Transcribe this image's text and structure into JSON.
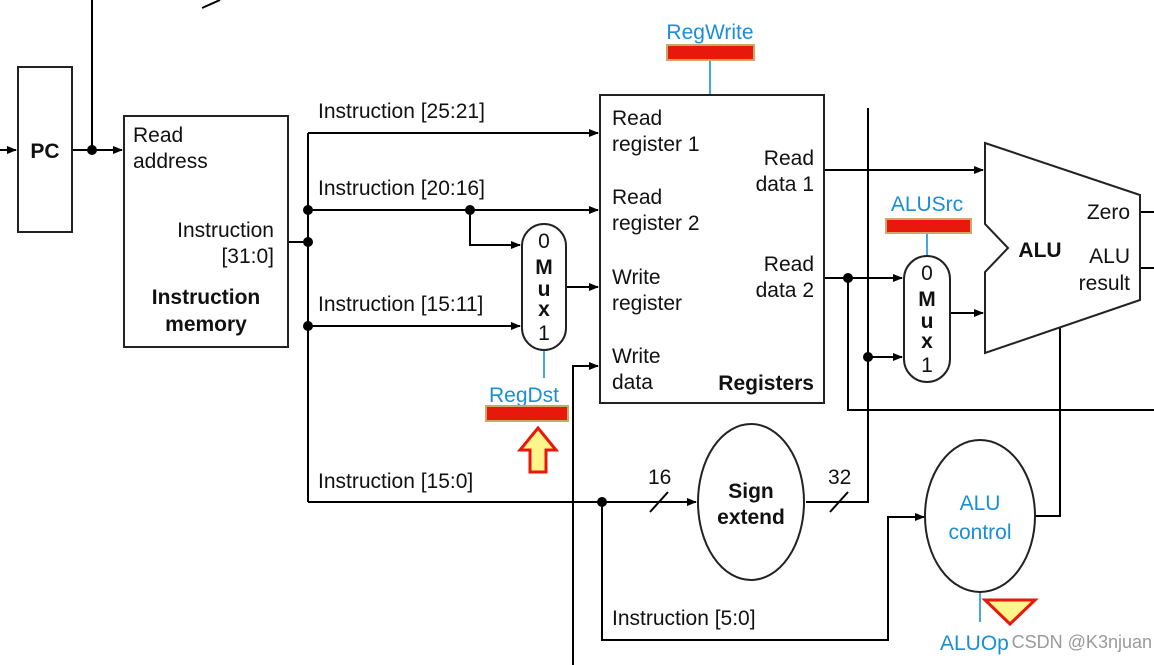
{
  "pc": {
    "label": "PC"
  },
  "instr_mem": {
    "read": "Read",
    "address": "address",
    "instruction": "Instruction",
    "bits": "[31:0]",
    "title1": "Instruction",
    "title2": "memory"
  },
  "fields": {
    "f25_21": "Instruction [25:21]",
    "f20_16": "Instruction [20:16]",
    "f15_11": "Instruction [15:11]",
    "f15_0": "Instruction [15:0]",
    "f5_0": "Instruction [5:0]"
  },
  "registers": {
    "rr1_a": "Read",
    "rr1_b": "register 1",
    "rr2_a": "Read",
    "rr2_b": "register 2",
    "wr_a": "Write",
    "wr_b": "register",
    "wd_a": "Write",
    "wd_b": "data",
    "rd1_a": "Read",
    "rd1_b": "data 1",
    "rd2_a": "Read",
    "rd2_b": "data 2",
    "title": "Registers"
  },
  "mux": {
    "zero": "0",
    "m": "M",
    "u": "u",
    "x": "x",
    "one": "1"
  },
  "control": {
    "regwrite": "RegWrite",
    "regdst": "RegDst",
    "alusrc": "ALUSrc",
    "aluop": "ALUOp"
  },
  "sign_extend": {
    "line1": "Sign",
    "line2": "extend",
    "in_bits": "16",
    "out_bits": "32"
  },
  "alu": {
    "label": "ALU",
    "zero": "Zero",
    "result1": "ALU",
    "result2": "result"
  },
  "alu_control": {
    "line1": "ALU",
    "line2": "control"
  },
  "watermark": "CSDN @K3njuan",
  "colors": {
    "control_blue": "#1a8fd6",
    "highlight_red": "#e8180c",
    "highlight_yellow": "#fff58a"
  }
}
